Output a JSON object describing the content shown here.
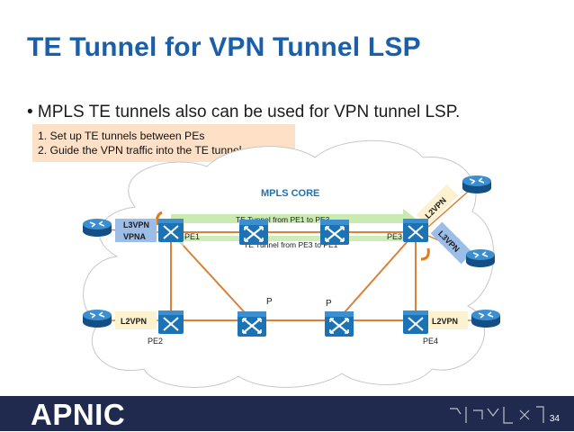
{
  "slide": {
    "title": "TE Tunnel for VPN Tunnel LSP",
    "bullet": "• MPLS TE tunnels also can be used for VPN tunnel LSP.",
    "steps": [
      "1.  Set up TE tunnels between PEs",
      "2.  Guide the VPN traffic into the TE tunnel"
    ],
    "page_number": "34"
  },
  "diagram": {
    "cloud_label": "MPLS CORE",
    "pe_labels": {
      "pe1": "PE1",
      "pe2": "PE2",
      "pe3": "PE3",
      "pe4": "PE4"
    },
    "p_labels": {
      "p_bottom_left": "P",
      "p_bottom_right": "P"
    },
    "vpn_tags": {
      "left_l3": "L3VPN\nVPNA",
      "left_l2": "L2VPN",
      "right_l2_bottom": "L2VPN",
      "right_l2_top": "L2VPN",
      "right_l3": "L3VPN"
    },
    "tunnels": {
      "pe1_to_pe3": "TE Tunnel from PE1 to PE3",
      "pe3_to_pe1": "TE Tunnel from PE3 to PE1"
    },
    "colors": {
      "link": "#d9803a",
      "router_blue": "#1b73b6",
      "tunnel_green": "#c9eab0",
      "tag_cream": "#fdf2cf",
      "tag_blue": "#9bbde8",
      "title_blue": "#1a5fa8",
      "footer_navy": "#1f2a4e"
    }
  },
  "footer": {
    "logo_text": "APNIC"
  }
}
